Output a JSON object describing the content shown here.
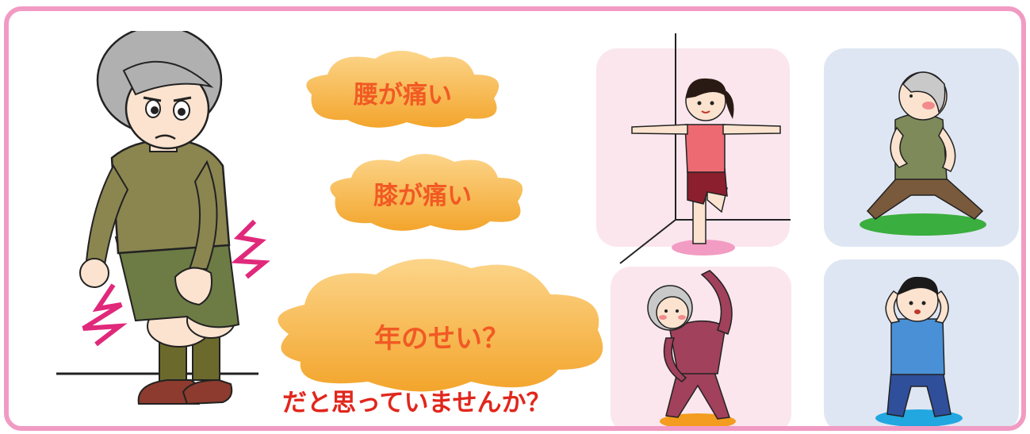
{
  "clouds": {
    "back_pain": "腰が痛い",
    "knee_pain": "膝が痛い",
    "age": "年のせい？"
  },
  "question": "だと思っていませんか？",
  "colors": {
    "border": "#f19bc4",
    "cloud_fill": "#f8b847",
    "cloud_text": "#f15a24",
    "question_text": "#e1261c",
    "pink_panel": "#fbe6ee",
    "blue_panel": "#dfe6f3"
  }
}
